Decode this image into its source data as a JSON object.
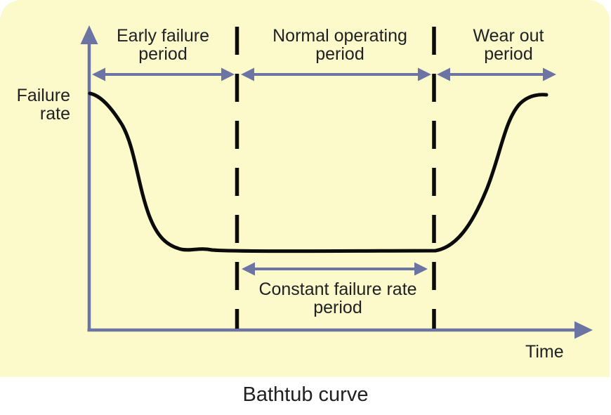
{
  "colors": {
    "page_background": "#FFFFFF",
    "card_background": "#FCF9CA",
    "accent_arrows": "#6C74A3",
    "curve_and_dividers": "#0B0B0B",
    "text": "#202124"
  },
  "axis": {
    "y_label_line1": "Failure",
    "y_label_line2": "rate",
    "x_label": "Time"
  },
  "regions": [
    {
      "name": "early-failure",
      "line1": "Early failure",
      "line2": "period"
    },
    {
      "name": "normal-operating",
      "line1": "Normal operating",
      "line2": "period"
    },
    {
      "name": "wear-out",
      "line1": "Wear out",
      "line2": "period"
    }
  ],
  "annotation": {
    "line1": "Constant failure rate",
    "line2": "period"
  },
  "caption": "Bathtub curve"
}
